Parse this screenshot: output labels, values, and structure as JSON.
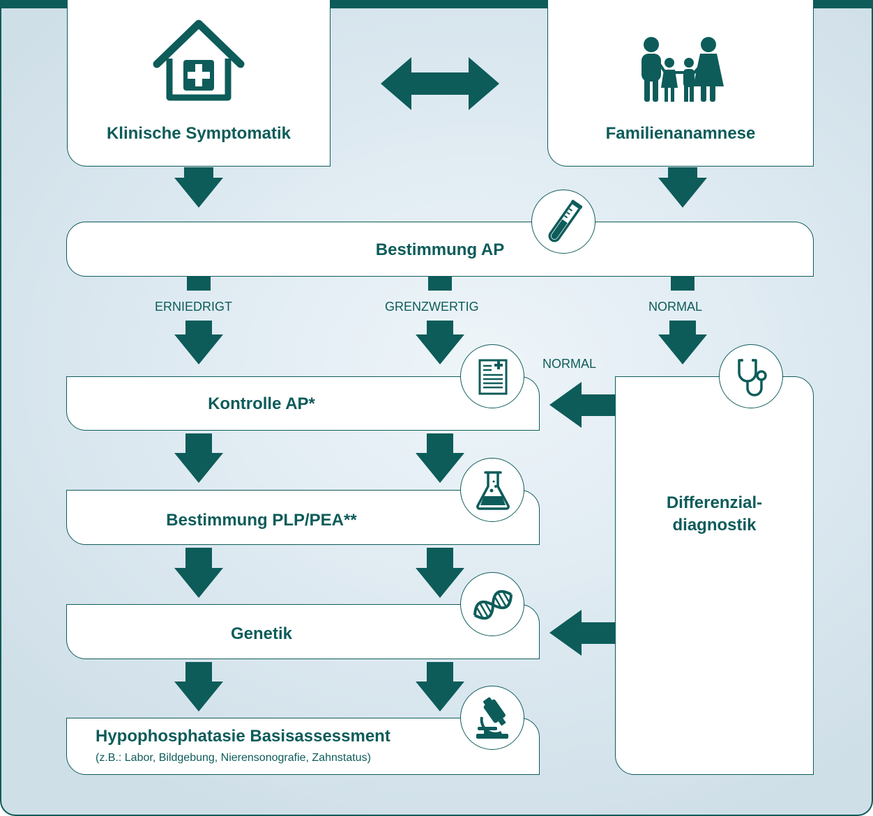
{
  "boxes": {
    "clinical": "Klinische Symptomatik",
    "family": "Familienanamnese",
    "ap_test": "Bestimmung AP",
    "ap_control": "Kontrolle AP*",
    "plp_pea": "Bestimmung PLP/PEA**",
    "genetics": "Genetik",
    "differential_line1": "Differenzial-",
    "differential_line2": "diagnostik",
    "assessment": "Hypophosphatasie Basisassessment",
    "assessment_detail": "(z.B.: Labor, Bildgebung, Nierensonografie, Zahnstatus)"
  },
  "branches": {
    "low": "ERNIEDRIGT",
    "borderline": "GRENZWERTIG",
    "normal": "NORMAL",
    "normal_feedback": "NORMAL"
  },
  "icons": {
    "clinical": "house-medical-cross-icon",
    "family": "family-icon",
    "ap_test": "test-tube-icon",
    "ap_control": "medical-report-icon",
    "plp_pea": "lab-flask-icon",
    "genetics": "dna-helix-icon",
    "differential": "stethoscope-icon",
    "assessment": "microscope-icon"
  },
  "colors": {
    "primary": "#0d5c5a",
    "box_fill": "#ffffff",
    "background": "#dde9f1"
  }
}
